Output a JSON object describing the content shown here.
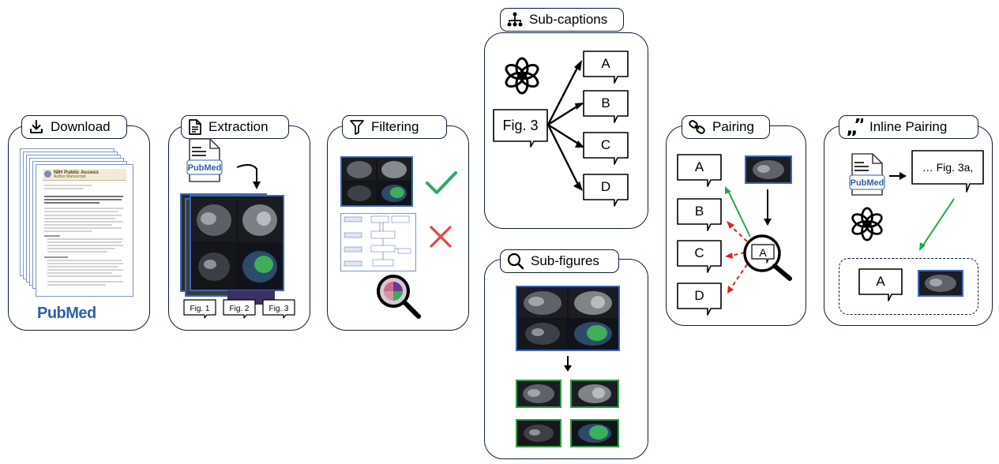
{
  "stages": {
    "download": {
      "title": "Download"
    },
    "extraction": {
      "title": "Extraction"
    },
    "filtering": {
      "title": "Filtering"
    },
    "subcaptions": {
      "title": "Sub-captions"
    },
    "subfigures": {
      "title": "Sub-figures"
    },
    "pairing": {
      "title": "Pairing"
    },
    "inline": {
      "title": "Inline Pairing"
    }
  },
  "download": {
    "doc_header": "NIH Public Access",
    "doc_sub": "Author Manuscript",
    "logo": "PubMed"
  },
  "extraction": {
    "fig_labels": [
      "Fig. 1",
      "Fig. 2",
      "Fig. 3"
    ]
  },
  "subcaptions": {
    "source": "Fig. 3",
    "labels": [
      "A",
      "B",
      "C",
      "D"
    ]
  },
  "pairing": {
    "labels": [
      "A",
      "B",
      "C",
      "D"
    ],
    "query": "A"
  },
  "inline": {
    "snippet": "… Fig. 3a,",
    "pair_label": "A"
  },
  "colors": {
    "panel_border": "#0b1f3a",
    "accent_blue": "#3e65b8",
    "check_green": "#2fa866",
    "cross_red": "#e0483e",
    "match_green": "#22a84a",
    "reject_red": "#e02020"
  }
}
